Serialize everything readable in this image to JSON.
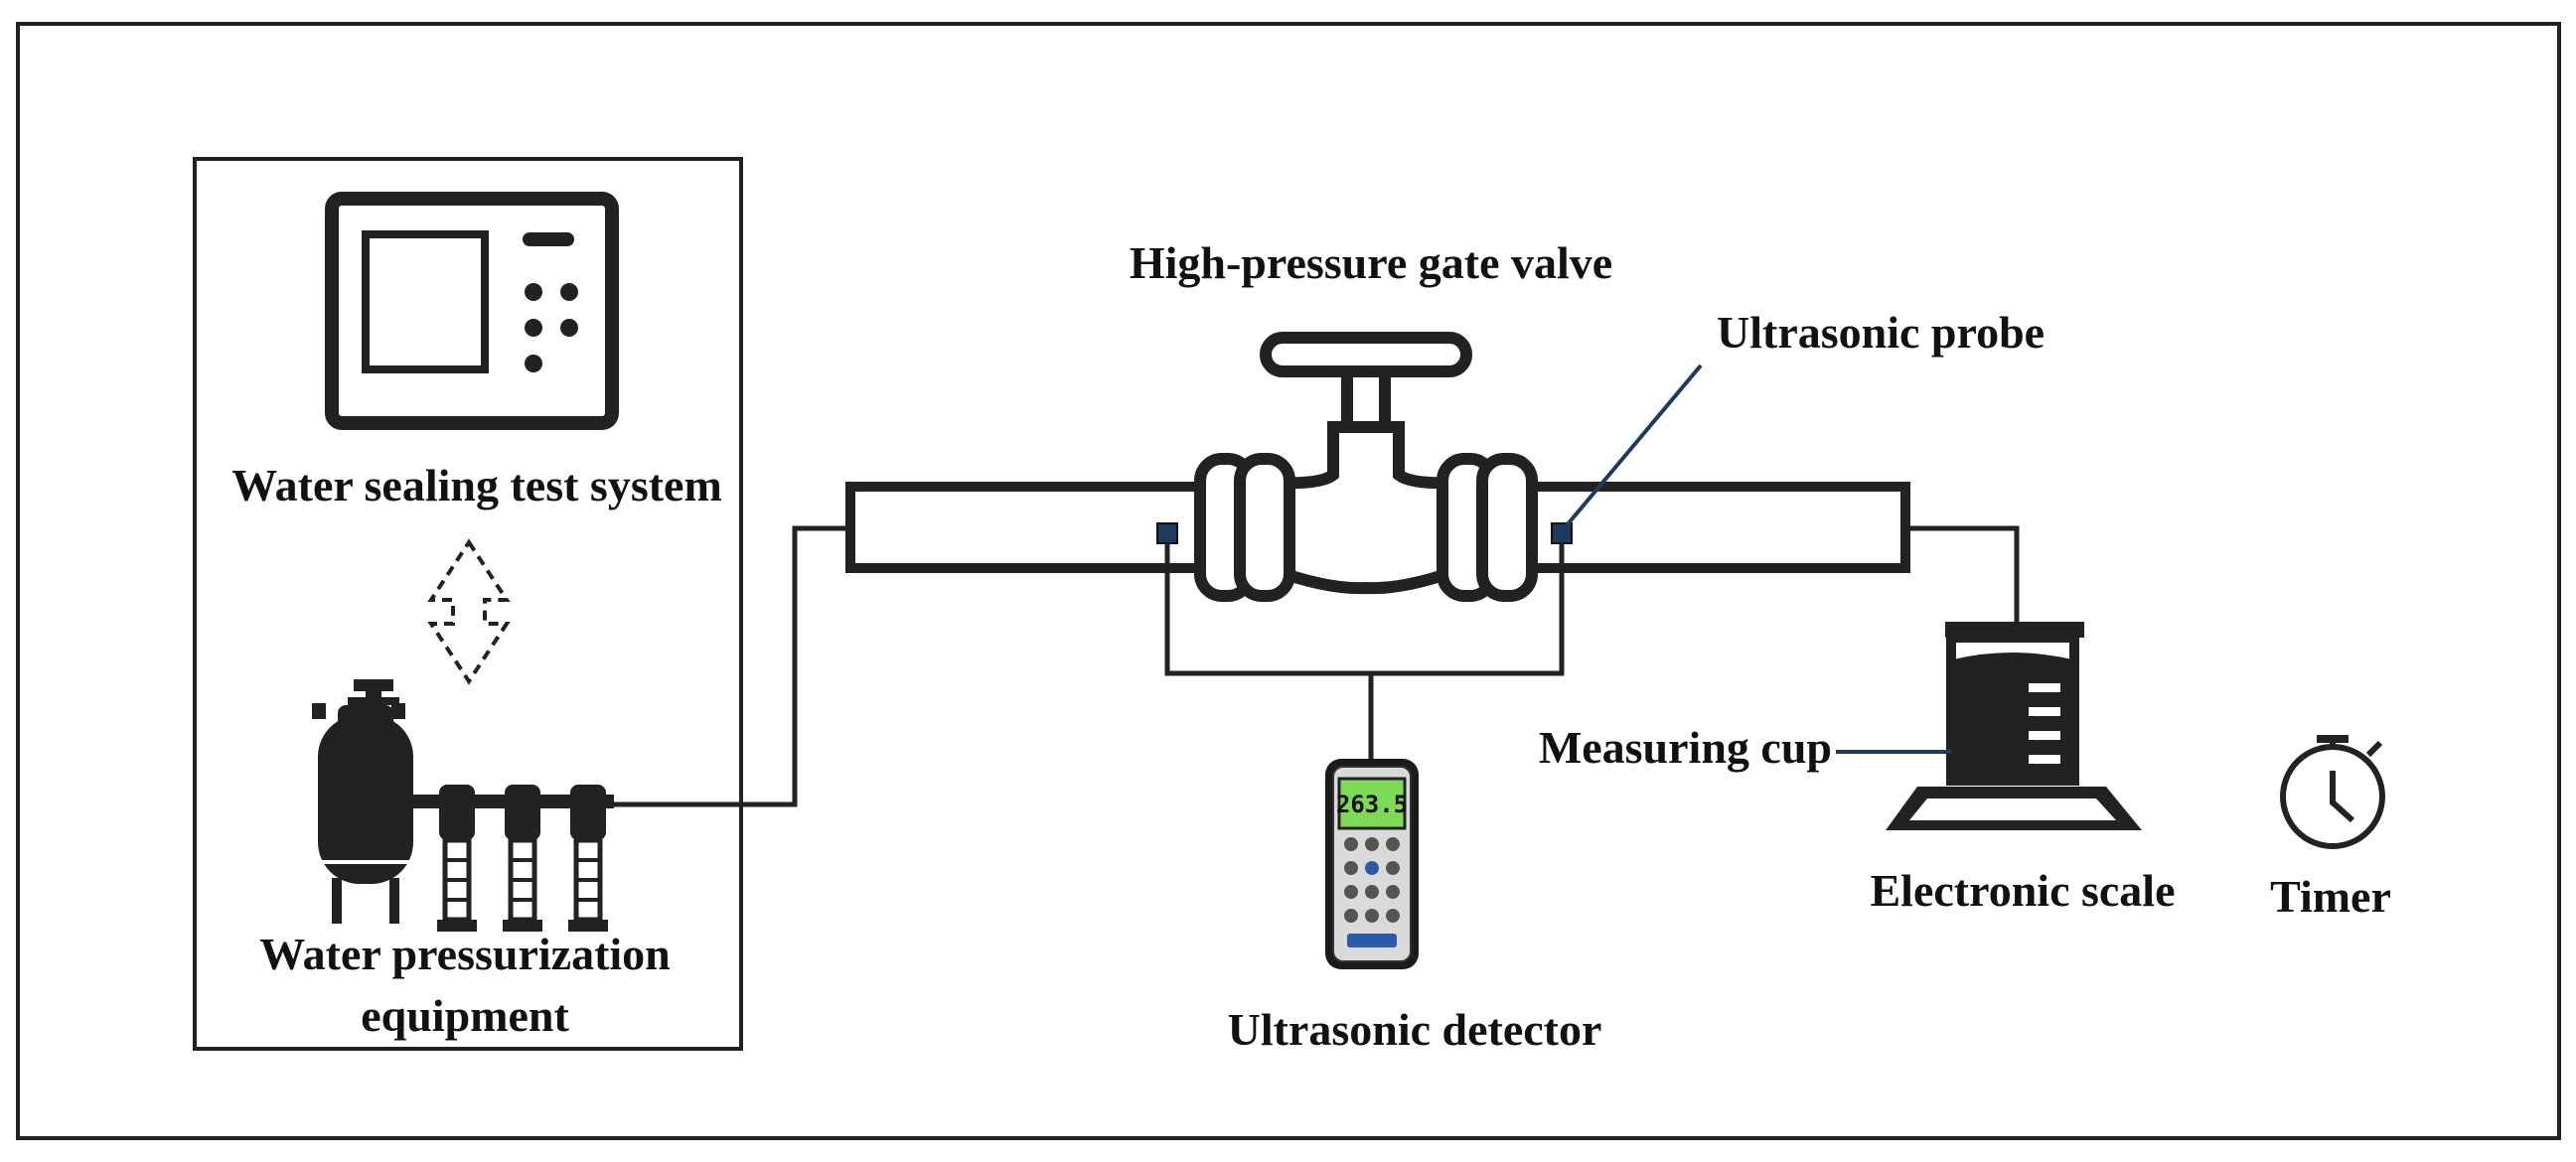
{
  "labels": {
    "test_system": "Water sealing test system",
    "pressurization_line1": "Water pressurization",
    "pressurization_line2": "equipment",
    "gate_valve": "High-pressure gate valve",
    "probe": "Ultrasonic probe",
    "detector": "Ultrasonic detector",
    "measuring_cup": "Measuring cup",
    "scale": "Electronic scale",
    "timer": "Timer"
  },
  "detector_screen": {
    "reading": "263.5"
  },
  "colors": {
    "line": "#222222",
    "callout": "#1f3a5f",
    "screen": "#7ed957",
    "pipe_fill": "#ffffff",
    "background": "#ffffff"
  },
  "icons": {
    "control_panel": "control-panel-icon",
    "double_arrow": "double-arrow-icon",
    "tank": "pressure-tank-icon",
    "pumps": "vertical-pump-icon",
    "valve": "gate-valve-icon",
    "detector": "handheld-detector-icon",
    "beaker": "beaker-icon",
    "scale": "electronic-scale-icon",
    "timer": "stopwatch-icon"
  }
}
